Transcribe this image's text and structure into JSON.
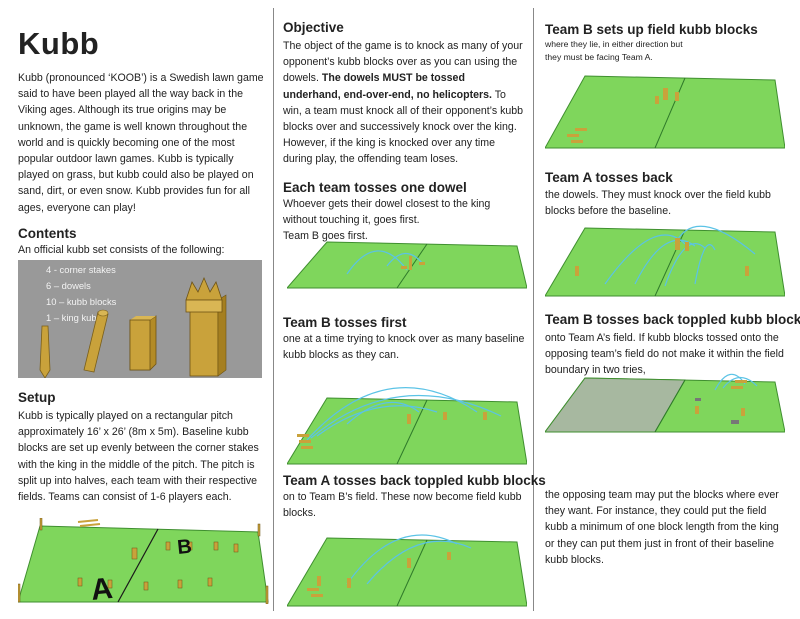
{
  "title": "Kubb",
  "intro": "Kubb (pronounced ‘KOOB’) is a Swedish lawn game said to have been played all the way back in the Viking ages.  Although its true origins may be unknown, the game is well known throughout the world and is quickly becoming one of the most popular outdoor lawn games.  Kubb is typically played on grass, but kubb could also be played on sand, dirt, or even snow.  Kubb provides fun for all ages, everyone can play!",
  "contents": {
    "heading": "Contents",
    "text": "An official kubb set consists of the following:",
    "items": [
      "4 - corner stakes",
      "6 – dowels",
      "10 – kubb blocks",
      "1 – king kubb"
    ]
  },
  "setup": {
    "heading": "Setup",
    "text": "Kubb is typically played on a rectangular pitch approximately 16’ x 26’ (8m x 5m).  Baseline kubb blocks are set up evenly between the corner stakes with the king in the middle of the pitch.  The pitch is split up into halves, each team with their respective fields.  Teams can consist of 1-6 players each.",
    "label_a": "A",
    "label_b": "B"
  },
  "objective": {
    "heading": "Objective",
    "text_before": "The object of the game is to knock as many of your opponent’s kubb blocks over as you can using the dowels.  ",
    "text_bold": "The dowels MUST be tossed underhand, end-over-end, no helicopters.",
    "text_after": "  To win, a team must knock all of their opponent’s kubb blocks over and successively knock over the king.  However, if the king is knocked over any time during play, the offending team loses."
  },
  "each_team": {
    "heading": "Each team tosses one dowel",
    "text": "Whoever gets their dowel closest to the king without touching it, goes first.",
    "text2": "Team B goes first."
  },
  "team_b_first": {
    "heading": "Team B tosses first",
    "text": "one at a time trying to knock over as many baseline kubb blocks as they can."
  },
  "team_a_back_toppled": {
    "heading": "Team A tosses back toppled kubb blocks",
    "text": "on to Team B’s field.  These now become field kubb blocks."
  },
  "team_b_sets_up": {
    "heading": "Team B sets up field kubb blocks",
    "text": "where they lie, in either direction but they must be facing Team A."
  },
  "team_a_tosses_back": {
    "heading": "Team A tosses back",
    "text": "the dowels.  They must knock over the field kubb blocks before the baseline."
  },
  "team_b_back_toppled": {
    "heading": "Team B tosses back toppled kubb blocks",
    "text": "onto Team A’s field.  If kubb blocks tossed onto the opposing team’s field do not make it within the field boundary in two tries,",
    "text2": "the opposing team may put the blocks where ever they want.  For instance, they could put the field kubb a minimum of one block length from the king or they can put them just in front of their baseline kubb blocks."
  },
  "colors": {
    "grass": "#7fd65c",
    "grass_edge": "#3f8f2f",
    "wood": "#c9a23b",
    "arc": "#5bc3e6",
    "grey_box": "#999999"
  }
}
